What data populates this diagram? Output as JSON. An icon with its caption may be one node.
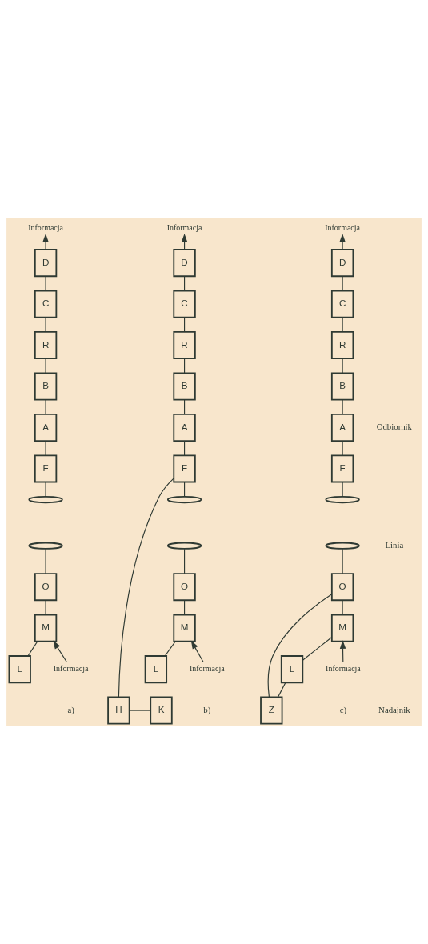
{
  "diagram": {
    "nodes": [
      {
        "text": [
          "Informacja"
        ]
      },
      {
        "text": [
          "L"
        ]
      },
      {
        "text": [
          "M"
        ]
      },
      {
        "text": [
          "O"
        ]
      },
      {
        "text": [],
        "shape": "arc"
      },
      {
        "text": [],
        "shape": "arc"
      },
      {
        "text": [
          "F"
        ]
      },
      {
        "text": [
          "A"
        ]
      },
      {
        "text": [
          "B"
        ]
      },
      {
        "text": [
          "R"
        ]
      },
      {
        "text": [
          "C"
        ]
      },
      {
        "text": [
          "D"
        ]
      },
      {
        "text": [
          "Informacja"
        ]
      },
      {
        "text": [
          "Informacja"
        ]
      },
      {
        "text": [
          "L"
        ]
      },
      {
        "text": [
          "M"
        ]
      },
      {
        "text": [
          "O"
        ]
      },
      {
        "text": [],
        "shape": "arc"
      },
      {
        "text": [],
        "shape": "arc"
      },
      {
        "text": [
          "F"
        ]
      },
      {
        "text": [
          "A"
        ]
      },
      {
        "text": [
          "B"
        ]
      },
      {
        "text": [
          "R"
        ]
      },
      {
        "text": [
          "C"
        ]
      },
      {
        "text": [
          "D"
        ]
      },
      {
        "text": [
          "Informacja"
        ]
      },
      {
        "text": [
          "K"
        ]
      },
      {
        "text": [
          "H"
        ]
      },
      {
        "text": [
          "Informacja"
        ]
      },
      {
        "text": [
          "L"
        ]
      },
      {
        "text": [
          "M"
        ]
      },
      {
        "text": [
          "O"
        ]
      },
      {
        "text": [],
        "shape": "arc"
      },
      {
        "text": [],
        "shape": "arc"
      },
      {
        "text": [
          "F"
        ]
      },
      {
        "text": [
          "A"
        ]
      },
      {
        "text": [
          "B"
        ]
      },
      {
        "text": [
          "R"
        ]
      },
      {
        "text": [
          "C"
        ]
      },
      {
        "text": [
          "D"
        ]
      },
      {
        "text": [
          "Informacja"
        ]
      },
      {
        "text": [
          "Z"
        ]
      }
    ],
    "edges": [
      {
        "from": 1,
        "to": 2,
        "arrow": "none"
      },
      {
        "from": 0,
        "to": 2,
        "arrow": "to"
      },
      {
        "from": 2,
        "to": 3,
        "arrow": "none"
      },
      {
        "from": 3,
        "to": 4,
        "arrow": "none"
      },
      {
        "from": 5,
        "to": 6,
        "arrow": "none"
      },
      {
        "from": 6,
        "to": 7,
        "arrow": "none"
      },
      {
        "from": 7,
        "to": 8,
        "arrow": "none"
      },
      {
        "from": 8,
        "to": 9,
        "arrow": "none"
      },
      {
        "from": 9,
        "to": 10,
        "arrow": "none"
      },
      {
        "from": 10,
        "to": 11,
        "arrow": "none"
      },
      {
        "from": 11,
        "to": 12,
        "arrow": "to"
      },
      {
        "from": 14,
        "to": 15,
        "arrow": "none"
      },
      {
        "from": 13,
        "to": 15,
        "arrow": "to"
      },
      {
        "from": 15,
        "to": 16,
        "arrow": "none"
      },
      {
        "from": 16,
        "to": 17,
        "arrow": "none"
      },
      {
        "from": 18,
        "to": 19,
        "arrow": "none"
      },
      {
        "from": 19,
        "to": 20,
        "arrow": "none"
      },
      {
        "from": 20,
        "to": 21,
        "arrow": "none"
      },
      {
        "from": 21,
        "to": 22,
        "arrow": "none"
      },
      {
        "from": 22,
        "to": 23,
        "arrow": "none"
      },
      {
        "from": 23,
        "to": 24,
        "arrow": "none"
      },
      {
        "from": 24,
        "to": 25,
        "arrow": "to"
      },
      {
        "from": 26,
        "to": 27,
        "arrow": "none"
      },
      {
        "from": 27,
        "to": 19,
        "arrow": "none"
      },
      {
        "from": 29,
        "to": 30,
        "arrow": "none"
      },
      {
        "from": 28,
        "to": 30,
        "arrow": "to"
      },
      {
        "from": 30,
        "to": 31,
        "arrow": "none"
      },
      {
        "from": 31,
        "to": 32,
        "arrow": "none"
      },
      {
        "from": 33,
        "to": 34,
        "arrow": "none"
      },
      {
        "from": 34,
        "to": 35,
        "arrow": "none"
      },
      {
        "from": 35,
        "to": 36,
        "arrow": "none"
      },
      {
        "from": 36,
        "to": 37,
        "arrow": "none"
      },
      {
        "from": 37,
        "to": 38,
        "arrow": "none"
      },
      {
        "from": 38,
        "to": 39,
        "arrow": "none"
      },
      {
        "from": 39,
        "to": 40,
        "arrow": "to"
      },
      {
        "from": 31,
        "to": 41,
        "arrow": "none"
      },
      {
        "from": 41,
        "to": 29,
        "arrow": "none"
      }
    ],
    "labels": [
      "a)",
      "b)",
      "c)",
      "Nadajnik",
      "Linia",
      "Odbiornik"
    ]
  }
}
